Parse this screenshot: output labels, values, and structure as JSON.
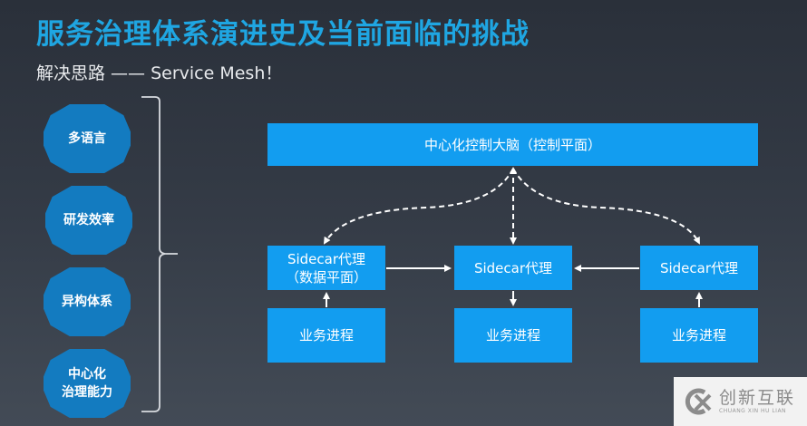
{
  "header": {
    "title": "服务治理体系演进史及当前面临的挑战",
    "subtitle": "解决思路 —— Service Mesh！"
  },
  "challenges": [
    {
      "label": "多语言"
    },
    {
      "label": "研发效率"
    },
    {
      "label": "异构体系"
    },
    {
      "label": "中心化\n治理能力"
    }
  ],
  "diagram": {
    "control_plane": {
      "label": "中心化控制大脑（控制平面）"
    },
    "sidecars": [
      {
        "label": "Sidecar代理\n（数据平面）"
      },
      {
        "label": "Sidecar代理"
      },
      {
        "label": "Sidecar代理"
      }
    ],
    "services": [
      {
        "label": "业务进程"
      },
      {
        "label": "业务进程"
      },
      {
        "label": "业务进程"
      }
    ]
  },
  "watermark": {
    "name_cn": "创新互联",
    "name_en": "CHUANG XIN HU LIAN"
  },
  "colors": {
    "title": "#1fa6e2",
    "box": "#129df0",
    "challenge": "#137bc0"
  }
}
